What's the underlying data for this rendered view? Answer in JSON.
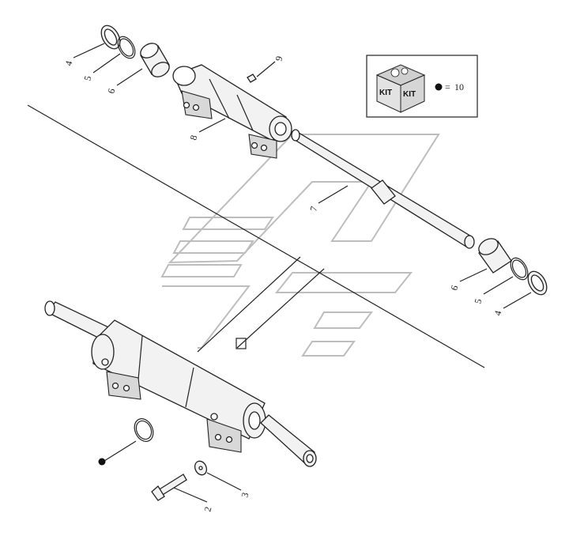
{
  "callouts": {
    "c2": "2",
    "c3": "3",
    "c4_top": "4",
    "c4_right": "4",
    "c5_top": "5",
    "c5_right": "5",
    "c6_top": "6",
    "c6_right": "6",
    "c7": "7",
    "c8": "8",
    "c9": "9"
  },
  "kit_box": {
    "kit_label_left": "KIT",
    "kit_label_right": "KIT",
    "equals": "=",
    "kit_number": "10"
  },
  "colors": {
    "line": "#222222",
    "watermark": "#bdbdbd",
    "bullet": "#111111"
  },
  "icons": {
    "kit": "kit-box-icon",
    "bullet": "filled-circle-bullet"
  }
}
